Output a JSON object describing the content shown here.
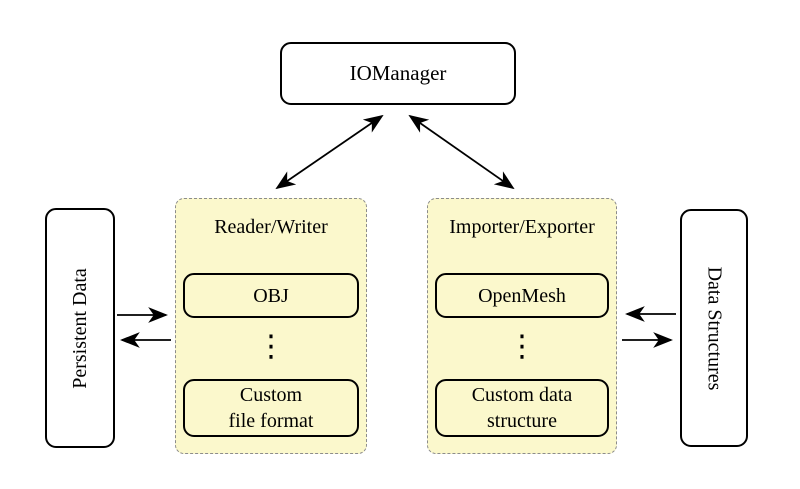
{
  "diagram": {
    "io_manager": {
      "label": "IOManager"
    },
    "left_panel": {
      "title": "Reader/Writer",
      "items": [
        "OBJ",
        "Custom\nfile format"
      ],
      "ellipsis": "⋮"
    },
    "right_panel": {
      "title": "Importer/Exporter",
      "items": [
        "OpenMesh",
        "Custom data\nstructure"
      ],
      "ellipsis": "⋮"
    },
    "left_side": {
      "label": "Persistent Data"
    },
    "right_side": {
      "label": "Data Structures"
    },
    "colors": {
      "panel_fill": "#fbf8cc",
      "panel_dash_border": "#8c8c8c",
      "node_border": "#000000",
      "node_fill": "#ffffff",
      "arrow": "#000000",
      "background": "#ffffff"
    }
  }
}
